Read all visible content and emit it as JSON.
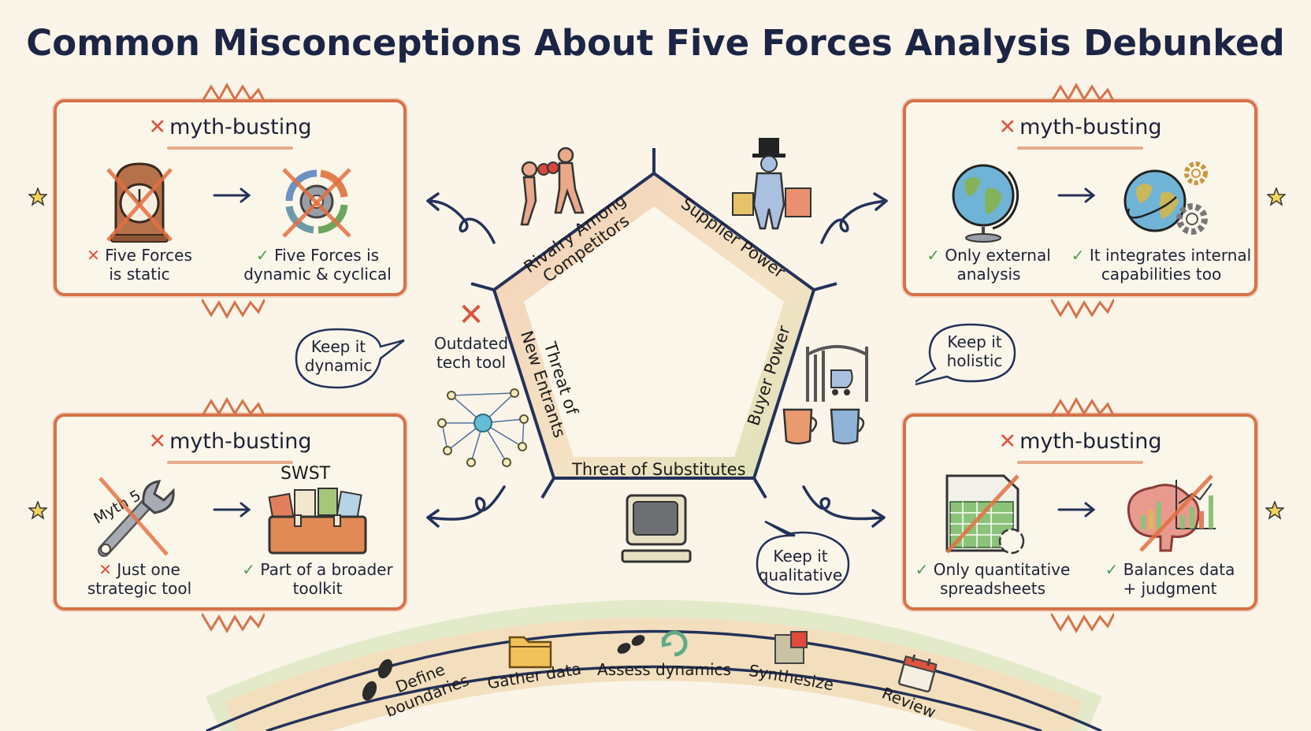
{
  "title": "Common Misconceptions About Five Forces Analysis Debunked",
  "colors": {
    "background": "#faf5e8",
    "panel_border": "#d6724a",
    "ink": "#1c2545",
    "cross": "#e0533f",
    "check": "#4f9a4c",
    "star": "#f2d45c"
  },
  "panels": [
    {
      "id": "top-left",
      "header": "myth-busting",
      "header_icon": "cross-icon",
      "left": {
        "icon": "clock-icon",
        "mark": "✕",
        "mark_type": "cross",
        "line1": "Five Forces",
        "line2": "is static"
      },
      "right": {
        "icon": "gear-cycle-icon",
        "mark": "✓",
        "mark_type": "check",
        "line1": "Five Forces is",
        "line2": "dynamic & cyclical"
      }
    },
    {
      "id": "top-right",
      "header": "myth-busting",
      "header_icon": "cross-icon",
      "left": {
        "icon": "globe-icon",
        "mark": "✓",
        "mark_type": "check",
        "line1": "Only external",
        "line2": "analysis"
      },
      "right": {
        "icon": "globe-gears-icon",
        "mark": "✓",
        "mark_type": "check",
        "line1": "It integrates internal",
        "line2": "capabilities too"
      }
    },
    {
      "id": "bottom-left",
      "header": "myth-busting",
      "header_icon": "cross-icon",
      "left": {
        "icon": "wrench-icon",
        "icon_text": "Myth 5",
        "mark": "✕",
        "mark_type": "cross",
        "line1": "Just one",
        "line2": "strategic tool"
      },
      "right": {
        "icon": "toolbox-icon",
        "icon_text": "SWST",
        "mark": "✓",
        "mark_type": "check",
        "line1": "Part of a broader",
        "line2": "toolkit"
      }
    },
    {
      "id": "bottom-right",
      "header": "myth-busting",
      "header_icon": "cross-icon",
      "left": {
        "icon": "spreadsheet-icon",
        "mark": "✓",
        "mark_type": "check",
        "line1": "Only quantitative",
        "line2": "spreadsheets"
      },
      "right": {
        "icon": "brain-chart-icon",
        "mark": "✓",
        "mark_type": "check",
        "line1": "Balances data",
        "line2": "+ judgment"
      }
    }
  ],
  "pentagon": {
    "forces": [
      {
        "id": "rivalry",
        "line1": "Rivalry Among",
        "line2": "Competitors",
        "icon": "boxers-icon"
      },
      {
        "id": "supplier",
        "line1": "Supplier Power",
        "icon": "merchant-icon"
      },
      {
        "id": "buyer",
        "line1": "Buyer Power",
        "icon": "gate-stroller-mugs-icon"
      },
      {
        "id": "substitutes",
        "line1": "Threat of Substitutes",
        "icon": "computer-icon"
      },
      {
        "id": "new-entrants",
        "line1": "Threat of",
        "line2": "New Entrants",
        "icon": "network-icon"
      }
    ]
  },
  "callouts": {
    "outdated": {
      "mark": "✕",
      "line1": "Outdated",
      "line2": "tech tool"
    },
    "bubbles": [
      {
        "id": "dynamic",
        "line1": "Keep it",
        "line2": "dynamic"
      },
      {
        "id": "holistic",
        "line1": "Keep it",
        "line2": "holistic"
      },
      {
        "id": "qualitative",
        "line1": "Keep it",
        "line2": "qualitative"
      }
    ]
  },
  "process_path": {
    "steps": [
      {
        "label_line1": "Define",
        "label_line2": "boundaries",
        "icon": "footprints-icon"
      },
      {
        "label_line1": "Gather data",
        "icon": "folder-icon"
      },
      {
        "label_line1": "Assess dynamics",
        "icon": "footsteps-cycle-icon"
      },
      {
        "label_line1": "Synthesize",
        "icon": "puzzle-icon"
      },
      {
        "label_line1": "Review",
        "icon": "calendar-icon"
      }
    ]
  }
}
